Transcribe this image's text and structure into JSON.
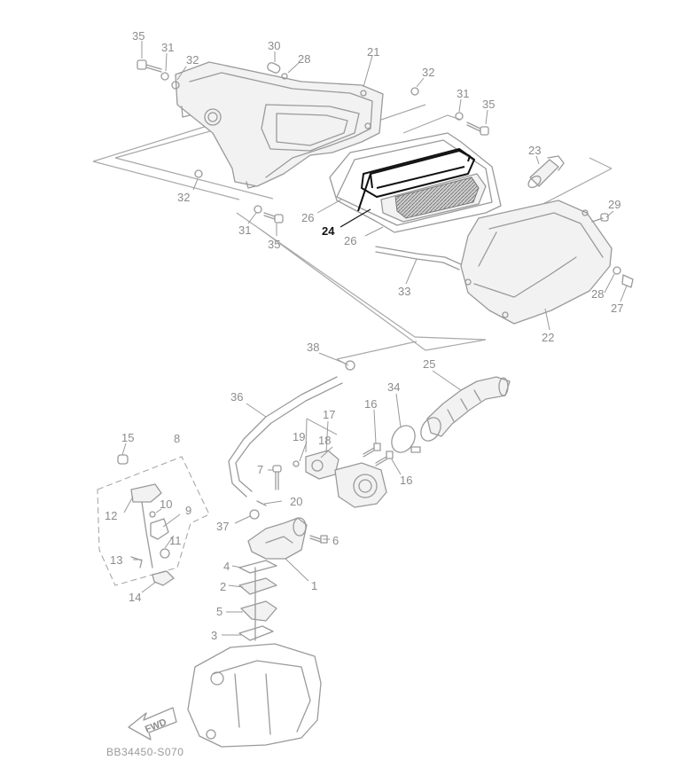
{
  "diagram": {
    "callouts": [
      {
        "id": "c35a",
        "text": "35"
      },
      {
        "id": "c31a",
        "text": "31"
      },
      {
        "id": "c32a",
        "text": "32"
      },
      {
        "id": "c30",
        "text": "30"
      },
      {
        "id": "c28a",
        "text": "28"
      },
      {
        "id": "c21",
        "text": "21"
      },
      {
        "id": "c32b",
        "text": "32"
      },
      {
        "id": "c31b",
        "text": "31"
      },
      {
        "id": "c35b",
        "text": "35"
      },
      {
        "id": "c23",
        "text": "23"
      },
      {
        "id": "c32c",
        "text": "32"
      },
      {
        "id": "c26a",
        "text": "26"
      },
      {
        "id": "c24",
        "text": "24"
      },
      {
        "id": "c26b",
        "text": "26"
      },
      {
        "id": "c29",
        "text": "29"
      },
      {
        "id": "c31c",
        "text": "31"
      },
      {
        "id": "c35c",
        "text": "35"
      },
      {
        "id": "c33",
        "text": "33"
      },
      {
        "id": "c28b",
        "text": "28"
      },
      {
        "id": "c27",
        "text": "27"
      },
      {
        "id": "c22",
        "text": "22"
      },
      {
        "id": "c38",
        "text": "38"
      },
      {
        "id": "c25",
        "text": "25"
      },
      {
        "id": "c36",
        "text": "36"
      },
      {
        "id": "c34",
        "text": "34"
      },
      {
        "id": "c16a",
        "text": "16"
      },
      {
        "id": "c17",
        "text": "17"
      },
      {
        "id": "c19",
        "text": "19"
      },
      {
        "id": "c18",
        "text": "18"
      },
      {
        "id": "c15",
        "text": "15"
      },
      {
        "id": "c8",
        "text": "8"
      },
      {
        "id": "c16b",
        "text": "16"
      },
      {
        "id": "c7",
        "text": "7"
      },
      {
        "id": "c10",
        "text": "10"
      },
      {
        "id": "c9",
        "text": "9"
      },
      {
        "id": "c12",
        "text": "12"
      },
      {
        "id": "c20",
        "text": "20"
      },
      {
        "id": "c11",
        "text": "11"
      },
      {
        "id": "c37",
        "text": "37"
      },
      {
        "id": "c6",
        "text": "6"
      },
      {
        "id": "c13",
        "text": "13"
      },
      {
        "id": "c4",
        "text": "4"
      },
      {
        "id": "c14",
        "text": "14"
      },
      {
        "id": "c1",
        "text": "1"
      },
      {
        "id": "c2",
        "text": "2"
      },
      {
        "id": "c5",
        "text": "5"
      },
      {
        "id": "c3",
        "text": "3"
      }
    ],
    "highlighted_part": "24",
    "fwd_label": "FWD",
    "drawing_code": "BB34450-S070",
    "colors": {
      "line": "#9a9a9a",
      "text": "#8c8c8c",
      "highlight": "#111111",
      "background": "#ffffff"
    }
  }
}
